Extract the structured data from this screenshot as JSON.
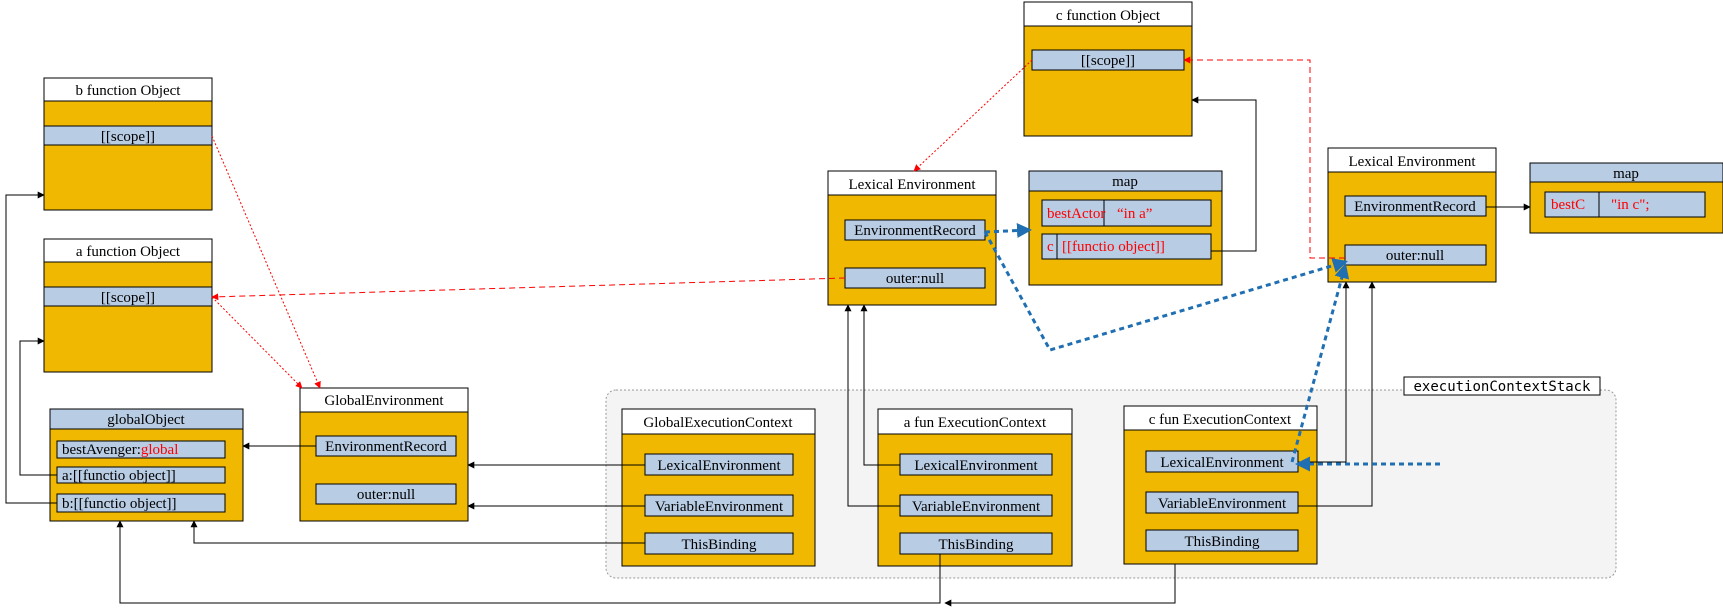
{
  "colors": {
    "box_fill": "#f0b800",
    "cell_fill": "#b8cce4",
    "red_link": "#ff0000",
    "blue_link": "#1f6fb2",
    "border": "#000000"
  },
  "b_function": {
    "title": "b function Object",
    "scope": "[[scope]]"
  },
  "a_function": {
    "title": "a function Object",
    "scope": "[[scope]]"
  },
  "c_function": {
    "title": "c function Object",
    "scope": "[[scope]]"
  },
  "global_object": {
    "title": "globalObject",
    "best_avenger_key": "bestAvenger:",
    "best_avenger_val": "global",
    "a_row": "a:[[functio object]]",
    "b_row": "b:[[functio object]]"
  },
  "global_environment": {
    "title": "GlobalEnvironment",
    "record": "EnvironmentRecord",
    "outer": "outer:null"
  },
  "lex_env_a": {
    "title": "Lexical Environment",
    "record": "EnvironmentRecord",
    "outer": "outer:null"
  },
  "map_a": {
    "title": "map",
    "row1_key": "bestActor",
    "row1_val": "“in a”",
    "row2_key": "c",
    "row2_val": "[[functio object]]"
  },
  "lex_env_c": {
    "title": "Lexical Environment",
    "record": "EnvironmentRecord",
    "outer": "outer:null"
  },
  "map_c": {
    "title": "map",
    "row1_key": "bestC",
    "row1_val": "\"in c\";"
  },
  "stack": {
    "label": "executionContextStack"
  },
  "global_ec": {
    "title": "GlobalExecutionContext",
    "lexical": "LexicalEnvironment",
    "variable": "VariableEnvironment",
    "this": "ThisBinding"
  },
  "a_ec": {
    "title": "a fun ExecutionContext",
    "lexical": "LexicalEnvironment",
    "variable": "VariableEnvironment",
    "this": "ThisBinding"
  },
  "c_ec": {
    "title": "c fun ExecutionContext",
    "lexical": "LexicalEnvironment",
    "variable": "VariableEnvironment",
    "this": "ThisBinding"
  }
}
